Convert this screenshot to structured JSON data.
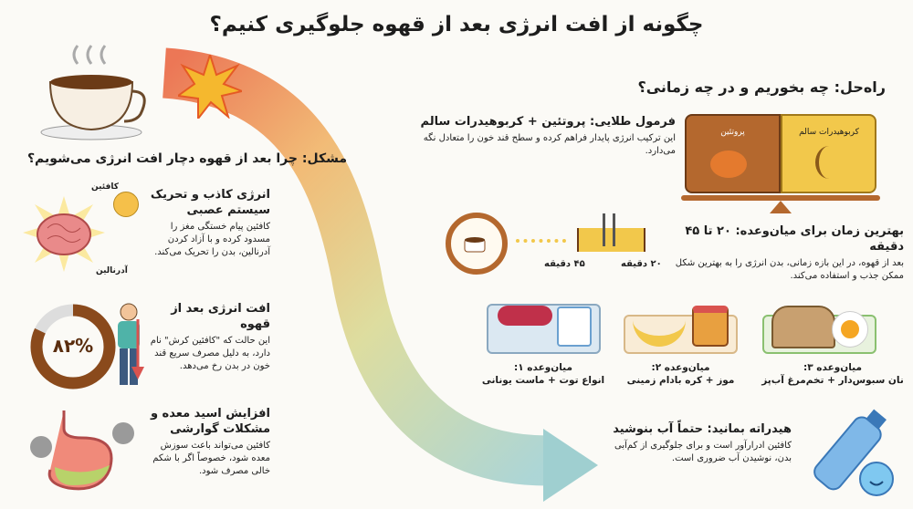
{
  "title": "چگونه از افت انرژی بعد از قهوه جلوگیری کنیم؟",
  "problem": {
    "heading": "مشکل: چرا بعد از قهوه دچار افت انرژی می‌شویم؟",
    "items": [
      {
        "title": "انرژی کاذب و تحریک سیستم عصبی",
        "text": "کافئین پیام خستگی مغز را مسدود کرده و با آزاد کردن آدرنالین، بدن را تحریک می‌کند.",
        "labels": [
          "کافئین",
          "آدرنالین"
        ],
        "icon": "brain-icon"
      },
      {
        "title": "افت انرژی بعد از قهوه",
        "text": "این حالت که \"کافئین کرش\" نام دارد، به دلیل مصرف سریع قند خون در بدن رخ می‌دهد.",
        "percent_label": "۸۲%",
        "percent": 82,
        "icon": "tired-person-icon"
      },
      {
        "title": "افزایش اسید معده و مشکلات گوارشی",
        "text": "کافئین می‌تواند باعث سوزش معده شود، خصوصاً اگر با شکم خالی مصرف شود.",
        "icon": "stomach-icon"
      }
    ]
  },
  "solution": {
    "heading": "راه‌حل: چه بخوریم و در چه زمانی؟",
    "formula": {
      "title": "فرمول طلایی: پروتئین + کربوهیدرات سالم",
      "text": "این ترکیب انرژی پایدار فراهم کرده و سطح قند خون را متعادل نگه می‌دارد.",
      "puzzle_left": "پروتئین",
      "puzzle_right": "کربوهیدرات سالم"
    },
    "timing": {
      "title": "بهترین زمان برای میان‌وعده: ۲۰ تا ۴۵ دقیقه",
      "text": "بعد از قهوه، در این بازه زمانی، بدن انرژی را به بهترین شکل ممکن جذب و استفاده می‌کند.",
      "mark_20": "۲۰ دقیقه",
      "mark_45": "۴۵ دقیقه"
    },
    "snacks": [
      {
        "label": "میان‌وعده ۱:",
        "text": "انواع توت + ماست یونانی"
      },
      {
        "label": "میان‌وعده ۲:",
        "text": "موز + کره بادام زمینی"
      },
      {
        "label": "میان‌وعده ۳:",
        "text": "نان سبوس‌دار + تخم‌مرغ آب‌پز"
      }
    ],
    "hydration": {
      "title": "هیدراته بمانید: حتماً آب بنوشید",
      "text": "کافئین ادرارآور است و برای جلوگیری از کم‌آبی بدن، نوشیدن آب ضروری است."
    }
  },
  "colors": {
    "brown": "#8a4a1c",
    "yellow": "#f2c84b",
    "teal": "#8fc6c8",
    "red": "#d9534f"
  }
}
